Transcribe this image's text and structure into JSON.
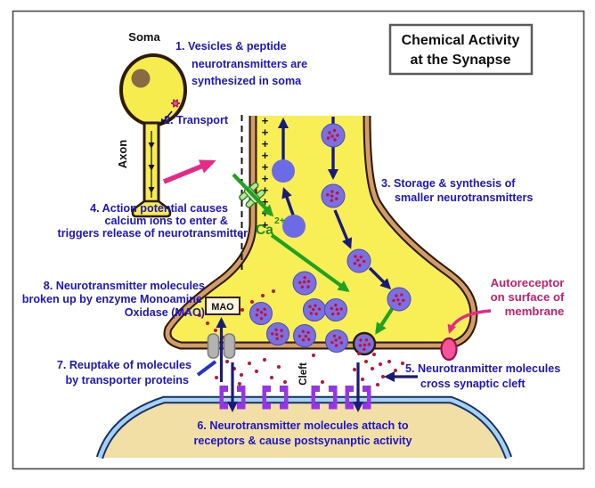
{
  "title": {
    "lines": [
      "Chemical Activity",
      "at the Synapse"
    ]
  },
  "labels": {
    "soma": "Soma",
    "axon": "Axon",
    "cleft": "Cleft",
    "mao": "MAO",
    "calcium_symbol": "Ca",
    "calcium_charge": "2+",
    "membrane_charge": "+"
  },
  "steps": {
    "s1": {
      "lines": [
        "1. Vesicles & peptide",
        "neurotransmitters are",
        "synthesized in soma"
      ]
    },
    "s2": {
      "lines": [
        "2. Transport"
      ]
    },
    "s3": {
      "lines": [
        "3. Storage & synthesis of",
        "smaller neurotransmitters"
      ]
    },
    "s4": {
      "lines": [
        "4. Action potential causes",
        "calcium ions to enter &",
        "triggers release of neurotransmitter"
      ]
    },
    "s5": {
      "lines": [
        "5. Neurotranmitter molecules",
        "cross synaptic cleft"
      ]
    },
    "s6": {
      "lines": [
        "6. Neurotransmitter molecules attach to",
        "receptors & cause postsynanptic activity"
      ]
    },
    "s7": {
      "lines": [
        "7. Reuptake of molecules",
        "by transporter proteins"
      ]
    },
    "s8": {
      "lines": [
        "8. Neurotransmitter molecules",
        "broken up by enzyme Monoamine",
        "Oxidase (MAO)"
      ]
    }
  },
  "callouts": {
    "autoreceptor": {
      "lines": [
        "Autoreceptor",
        "on surface of",
        "membrane"
      ]
    }
  },
  "colors": {
    "step_text_blue": "#1d15c8",
    "title_text": "#101010",
    "calcium_green": "#1e8c1e",
    "arrow_green": "#21a121",
    "arrow_navy": "#1a1a78",
    "accent_pink": "#e62888",
    "autoreceptor_text_pink": "#c81e6e",
    "autoreceptor_fill": "#f5549b",
    "terminal_yellow": "#f8ee55",
    "membrane_tan": "#d49b6b",
    "membrane_outline": "#2e1c00",
    "vesicle_blue": "#6b6be8",
    "neurotransmitter_red": "#c41230",
    "receptor_purple": "#9933e6",
    "transporter_gray": "#b3b3b3",
    "postsynaptic_tan": "#f2dfa5",
    "postsynaptic_membrane": "#a6d2ee"
  }
}
